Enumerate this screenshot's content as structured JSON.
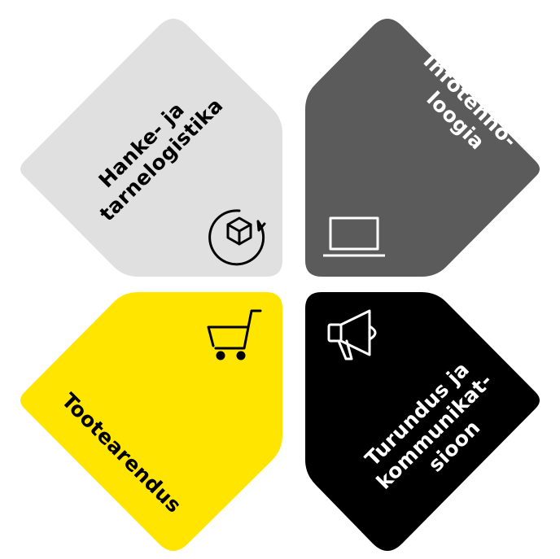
{
  "tiles": {
    "hanke": {
      "line1": "Hanke- ja",
      "line2": "tarnelogistika",
      "color": "#e0e0e0",
      "text_color": "#000000",
      "icon": "box-rotate-icon"
    },
    "info": {
      "line1": "Infotehno-",
      "line2": "loogia",
      "color": "#5b5b5b",
      "text_color": "#ffffff",
      "icon": "laptop-icon"
    },
    "toote": {
      "line1": "Tootearendus",
      "color": "#ffe500",
      "text_color": "#000000",
      "icon": "shopping-cart-icon"
    },
    "turundus": {
      "line1": "Turundus ja",
      "line2": "kommunikat-",
      "line3": "sioon",
      "color": "#000000",
      "text_color": "#ffffff",
      "icon": "megaphone-icon"
    }
  }
}
